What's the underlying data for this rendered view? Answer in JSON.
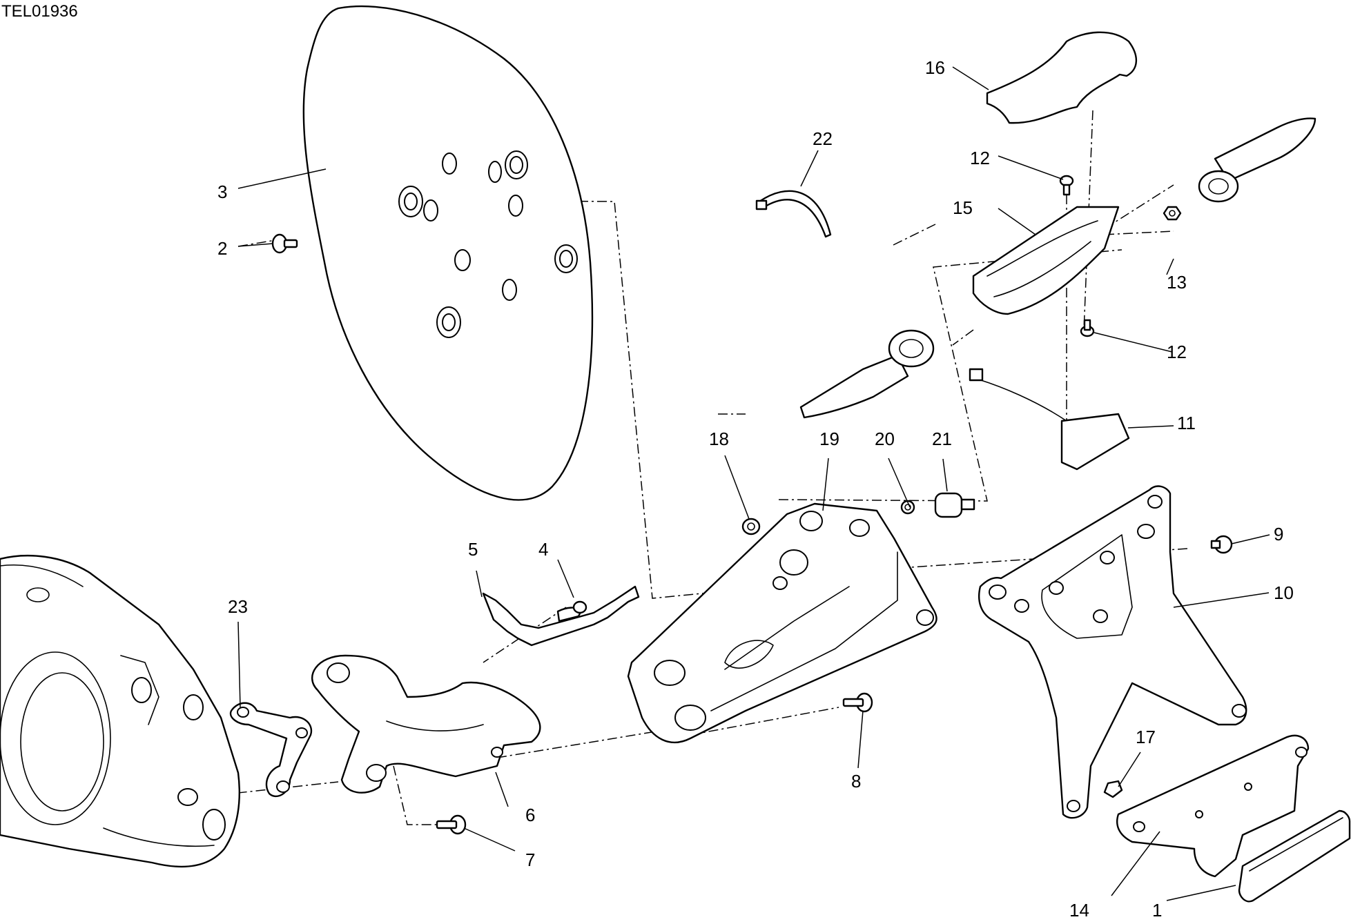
{
  "document_code": "TEL01936",
  "callouts": [
    "1",
    "2",
    "3",
    "4",
    "5",
    "6",
    "7",
    "8",
    "9",
    "10",
    "11",
    "12",
    "12",
    "13",
    "14",
    "15",
    "16",
    "17",
    "18",
    "19",
    "20",
    "21",
    "22",
    "23"
  ]
}
